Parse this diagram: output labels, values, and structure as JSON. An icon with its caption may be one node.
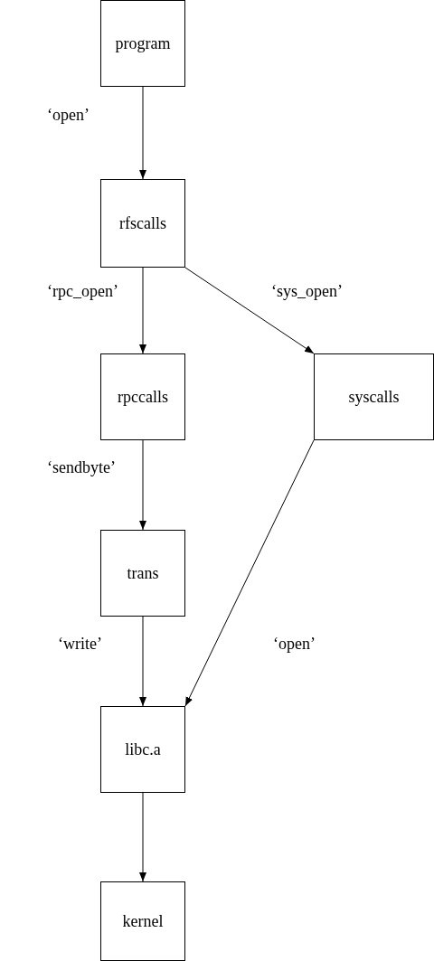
{
  "diagram": {
    "nodes": [
      {
        "text": [
          "program"
        ]
      },
      {
        "text": [
          "rfscalls"
        ]
      },
      {
        "text": [
          "rpccalls"
        ]
      },
      {
        "text": [
          "syscalls"
        ]
      },
      {
        "text": [
          "trans"
        ]
      },
      {
        "text": [
          "libc.a"
        ]
      },
      {
        "text": [
          "kernel"
        ]
      }
    ],
    "edges": [
      {
        "from": 0,
        "to": 1,
        "arrow": "to",
        "label": "‘open’"
      },
      {
        "from": 1,
        "to": 2,
        "arrow": "to",
        "label": "‘rpc_open’"
      },
      {
        "from": 1,
        "to": 3,
        "arrow": "to",
        "label": "‘sys_open’"
      },
      {
        "from": 2,
        "to": 4,
        "arrow": "to",
        "label": "‘sendbyte’"
      },
      {
        "from": 3,
        "to": 5,
        "arrow": "to",
        "label": "‘open’"
      },
      {
        "from": 4,
        "to": 5,
        "arrow": "to",
        "label": "‘write’"
      },
      {
        "from": 5,
        "to": 6,
        "arrow": "to"
      }
    ]
  }
}
